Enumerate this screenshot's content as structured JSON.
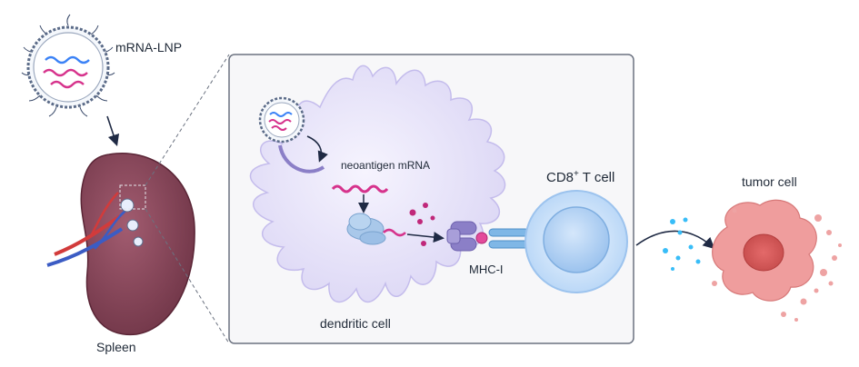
{
  "labels": {
    "mrna_lnp": "mRNA-LNP",
    "spleen": "Spleen",
    "neoantigen_mrna": "neoantigen mRNA",
    "mhc_i": "MHC-I",
    "dendritic_cell": "dendritic cell",
    "t_cell_prefix": "CD8",
    "t_cell_sup": "+",
    "t_cell_suffix": " T cell",
    "tumor_cell": "tumor cell"
  },
  "colors": {
    "panel_border": "#6b7280",
    "dendritic_cell": "#ece9fb",
    "mrna_blue": "#3b82f6",
    "mrna_magenta": "#d6338c",
    "spleen": "#8a4a5c",
    "artery": "#d23b3b",
    "vein": "#3b5cc4",
    "t_cell": "#cfe3fb",
    "tumor": "#e98f8f",
    "cytokine": "#38bdf8",
    "mhc": "#8b7fc7",
    "tcr": "#7fb7e6"
  }
}
